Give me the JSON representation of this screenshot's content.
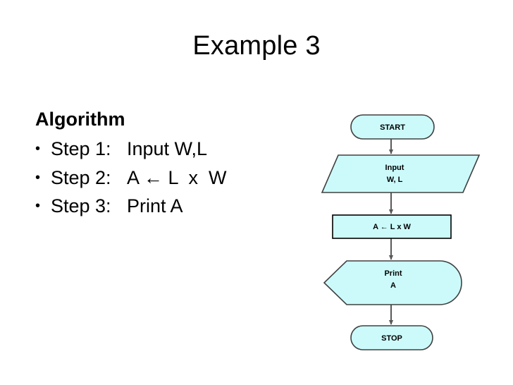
{
  "slide": {
    "title": "Example 3",
    "background_color": "#ffffff",
    "text_color": "#000000"
  },
  "algorithm": {
    "heading": "Algorithm",
    "bullet_glyph": "•",
    "steps": [
      {
        "label": "Step 1:",
        "body": "Input W,L"
      },
      {
        "label": "Step 2:",
        "body": "A ← L  x  W"
      },
      {
        "label": "Step 3:",
        "body": "Print A"
      }
    ]
  },
  "flowchart": {
    "fill_color": "#CCFAFA",
    "stroke_color": "#404040",
    "process_stroke_color": "#000000",
    "connector_color": "#595959",
    "nodes": [
      {
        "id": "start",
        "shape": "terminator",
        "lines": [
          "START"
        ]
      },
      {
        "id": "input",
        "shape": "parallelogram",
        "lines": [
          "Input",
          "W, L"
        ]
      },
      {
        "id": "process",
        "shape": "rectangle",
        "lines": [
          "A ← L x W"
        ]
      },
      {
        "id": "print",
        "shape": "display",
        "lines": [
          "Print",
          "A"
        ]
      },
      {
        "id": "stop",
        "shape": "terminator",
        "lines": [
          "STOP"
        ]
      }
    ],
    "connectors": [
      {
        "from": "start",
        "to": "input"
      },
      {
        "from": "input",
        "to": "process"
      },
      {
        "from": "process",
        "to": "print"
      },
      {
        "from": "print",
        "to": "stop"
      }
    ]
  }
}
